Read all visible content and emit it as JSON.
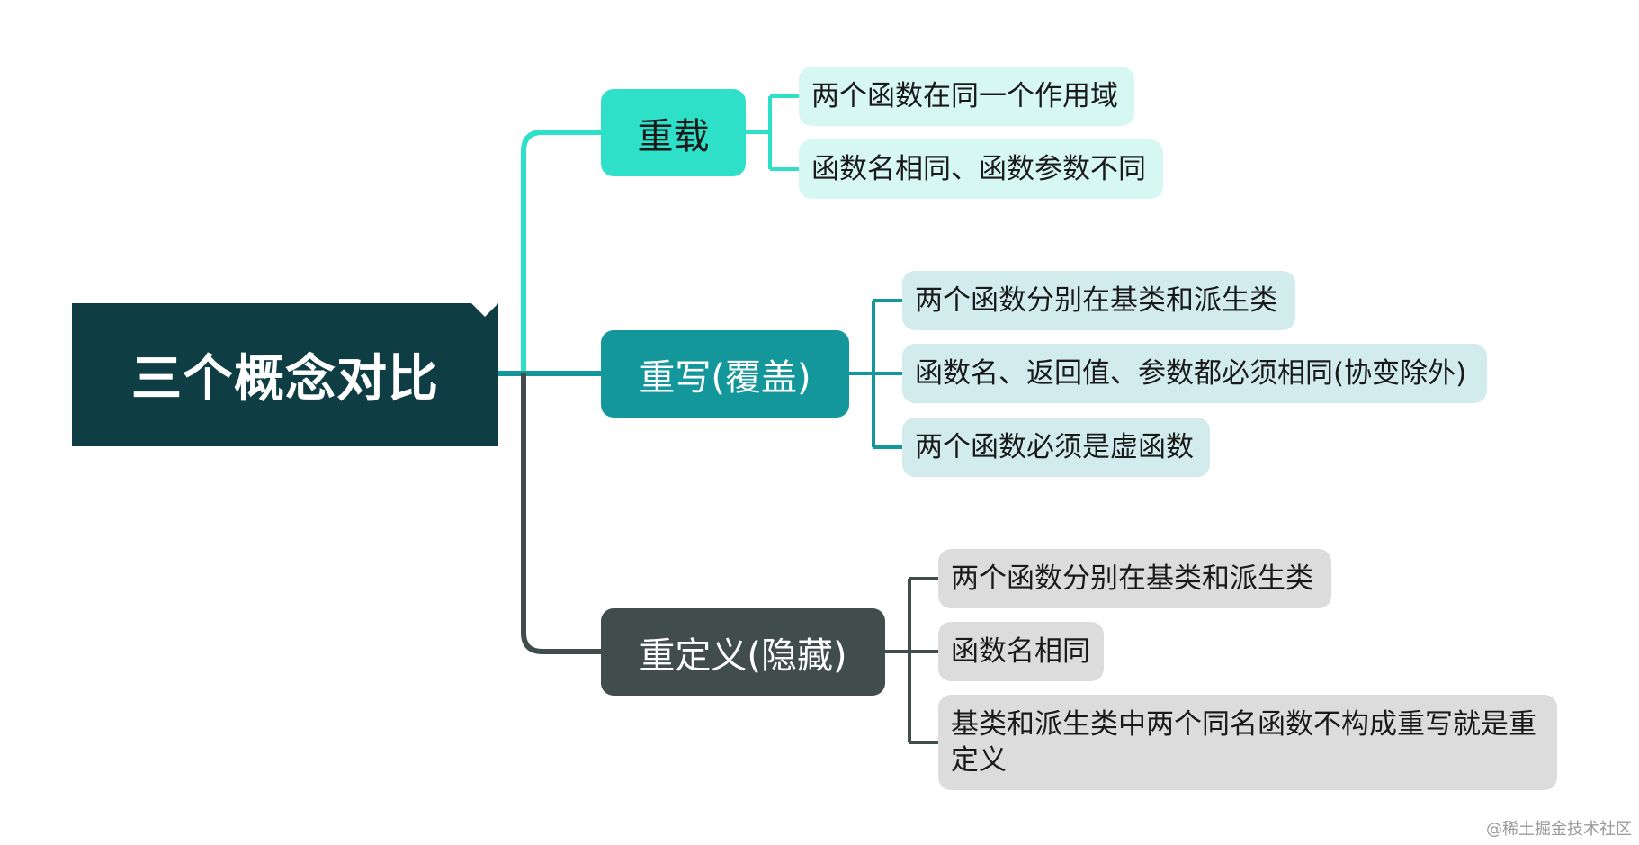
{
  "root": {
    "title": "三个概念对比"
  },
  "branches": [
    {
      "label": "重载",
      "color": "#2ee0c8",
      "text_color": "#1a1a1a",
      "line_color": "#2ee0c8",
      "leaf_bg": "#d7f7f2",
      "leaves": [
        "两个函数在同一个作用域",
        "函数名相同、函数参数不同"
      ]
    },
    {
      "label": "重写(覆盖)",
      "color": "#14979a",
      "text_color": "#ffffff",
      "line_color": "#14979a",
      "leaf_bg": "#d2eced",
      "leaves": [
        "两个函数分别在基类和派生类",
        "函数名、返回值、参数都必须相同(协变除外)",
        "两个函数必须是虚函数"
      ]
    },
    {
      "label": "重定义(隐藏)",
      "color": "#414d4c",
      "text_color": "#ffffff",
      "line_color": "#414d4c",
      "leaf_bg": "#dcdcdc",
      "leaves": [
        "两个函数分别在基类和派生类",
        "函数名相同",
        "基类和派生类中两个同名函数不构成重写就是重定义"
      ]
    }
  ],
  "watermark": "@稀土掘金技术社区"
}
